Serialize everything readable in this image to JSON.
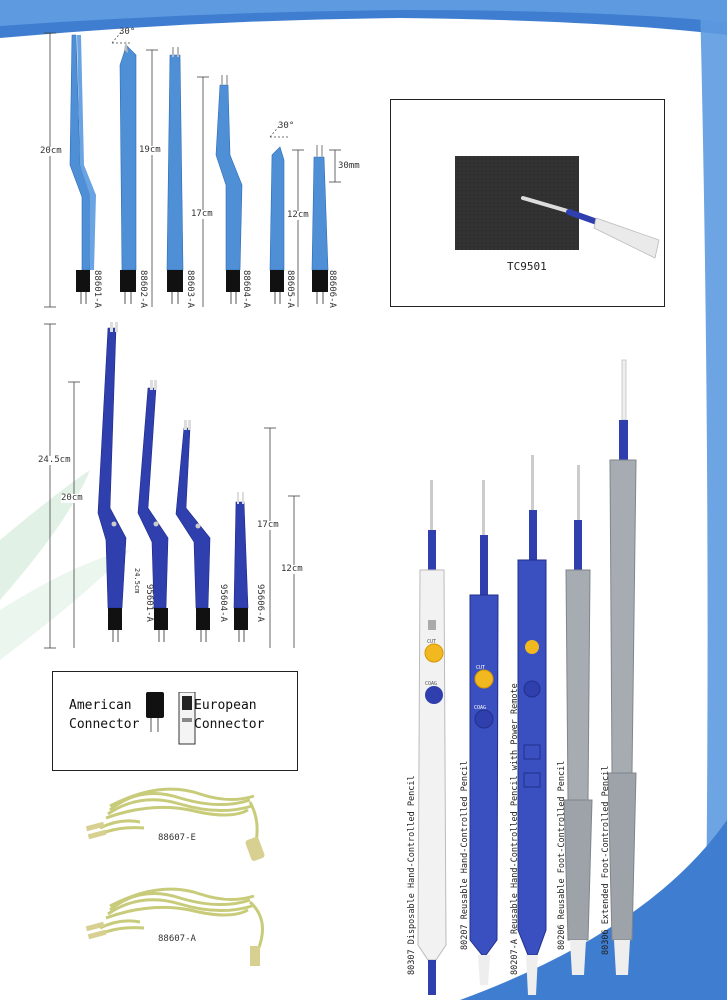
{
  "forceps_top": {
    "labels": [
      "88601-A",
      "88602-A",
      "88603-A",
      "88604-A",
      "88605-A",
      "88606-A"
    ],
    "dims": {
      "d20": "20cm",
      "d19": "19cm",
      "d17": "17cm",
      "d12": "12cm",
      "d30mm": "30mm",
      "angle": "30°"
    }
  },
  "forceps_bottom": {
    "labels": [
      "95601-A",
      "95604-A",
      "95606-A"
    ],
    "small_label": "24.5cm",
    "dims": {
      "d245": "24.5cm",
      "d20": "20cm",
      "d17": "17cm",
      "d12": "12cm"
    }
  },
  "pad": {
    "label": "TC9501"
  },
  "connector": {
    "american_1": "American",
    "american_2": "Connector",
    "european_1": "European",
    "european_2": "Connector"
  },
  "cables": {
    "c1": "88607-E",
    "c2": "88607-A"
  },
  "pencils": [
    "80307 Disposable Hand-Controlled Pencil",
    "80207 Reusable Hand-Controlled Pencil",
    "80207-A Reusable Hand-Controlled Pencil with Power Remote",
    "80206 Reusable Foot-Controlled Pencil",
    "80306 Extended Foot-Controlled Pencil"
  ],
  "pencil_buttons": {
    "cut": "CUT",
    "coag": "COAG"
  },
  "colors": {
    "light_blue": "#4f8fd6",
    "dark_blue": "#2f3fae",
    "grey": "#9da3a8",
    "white_body": "#f2f2f2",
    "yellow": "#f2b81f"
  }
}
